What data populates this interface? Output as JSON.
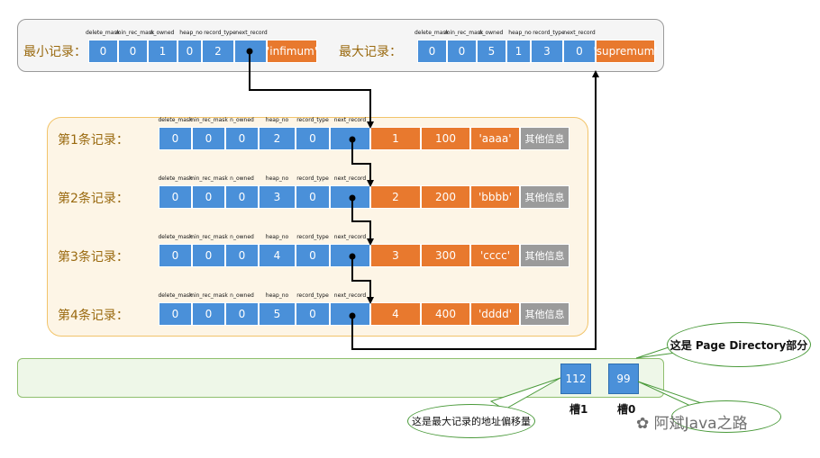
{
  "header_fields": [
    "delete_mask",
    "min_rec_mask",
    "n_owned",
    "heap_no",
    "record_type",
    "next_record"
  ],
  "infimum": {
    "label": "最小记录：",
    "header_values": [
      "0",
      "0",
      "1",
      "0",
      "2",
      ""
    ],
    "name": "'infimum'"
  },
  "supremum": {
    "label": "最大记录：",
    "header_values": [
      "0",
      "0",
      "5",
      "1",
      "3",
      "0"
    ],
    "name": "'supremum'"
  },
  "records": [
    {
      "label": "第1条记录：",
      "header_values": [
        "0",
        "0",
        "0",
        "2",
        "0",
        ""
      ],
      "data": [
        "1",
        "100",
        "'aaaa'"
      ],
      "other": "其他信息"
    },
    {
      "label": "第2条记录：",
      "header_values": [
        "0",
        "0",
        "0",
        "3",
        "0",
        ""
      ],
      "data": [
        "2",
        "200",
        "'bbbb'"
      ],
      "other": "其他信息"
    },
    {
      "label": "第3条记录：",
      "header_values": [
        "0",
        "0",
        "0",
        "4",
        "0",
        ""
      ],
      "data": [
        "3",
        "300",
        "'cccc'"
      ],
      "other": "其他信息"
    },
    {
      "label": "第4条记录：",
      "header_values": [
        "0",
        "0",
        "0",
        "5",
        "0",
        ""
      ],
      "data": [
        "4",
        "400",
        "'dddd'"
      ],
      "other": "其他信息"
    }
  ],
  "directory": {
    "slots": [
      {
        "value": "112",
        "name": "槽1"
      },
      {
        "value": "99",
        "name": "槽0"
      }
    ],
    "callout_directory": "这是 Page Directory部分",
    "callout_offset": "这是最大记录的地址偏移量"
  },
  "watermark": "阿斌Java之路",
  "colors": {
    "header": "#4a90d9",
    "data": "#e8792e",
    "other": "#9b9b9b",
    "border_records": "#f2c46a",
    "border_directory": "#8fbf6e"
  }
}
